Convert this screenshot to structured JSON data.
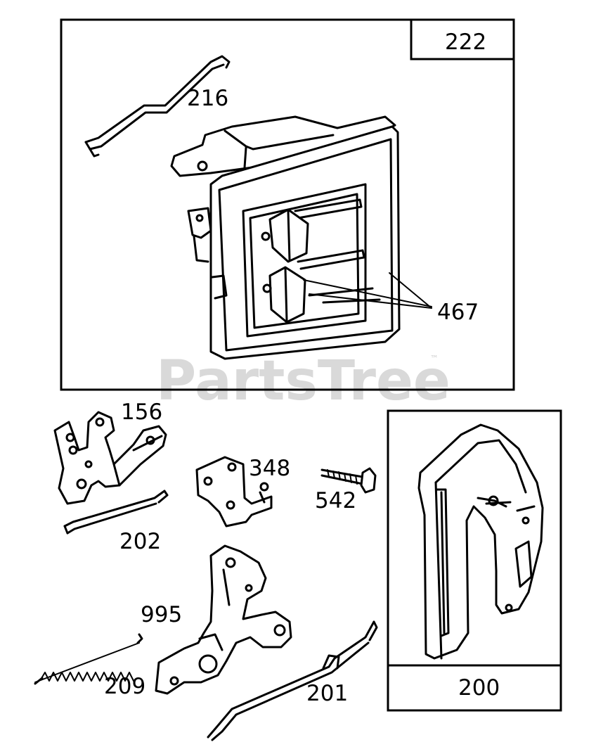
{
  "watermark": {
    "text": "PartsTree",
    "trademark": "™"
  },
  "panel_top": {
    "label": "222"
  },
  "panel_right": {
    "label": "200"
  },
  "parts": [
    {
      "ref": "216"
    },
    {
      "ref": "467"
    },
    {
      "ref": "156"
    },
    {
      "ref": "348"
    },
    {
      "ref": "542"
    },
    {
      "ref": "202"
    },
    {
      "ref": "995"
    },
    {
      "ref": "209"
    },
    {
      "ref": "201"
    }
  ]
}
